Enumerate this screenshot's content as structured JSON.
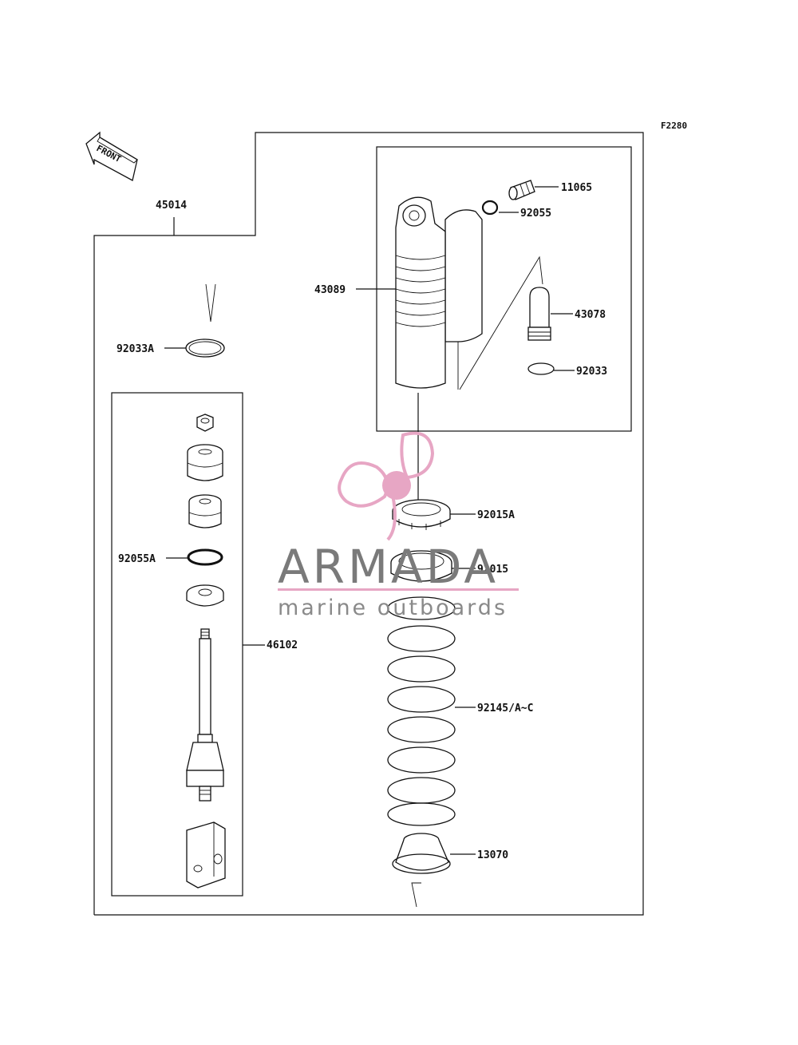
{
  "figure_code": "F2280",
  "front_label": "FRONT",
  "parts": {
    "p45014": "45014",
    "p92033A": "92033A",
    "p92055A": "92055A",
    "p46102": "46102",
    "p43089": "43089",
    "p11065": "11065",
    "p92055": "92055",
    "p43078": "43078",
    "p92033": "92033",
    "p92015A": "92015A",
    "p92015": "92015",
    "p92145": "92145/A~C",
    "p13070": "13070"
  },
  "watermark": {
    "brand": "ARMADA",
    "tagline": "marine outboards",
    "accent_color": "#e7a6c4",
    "text_color": "#7a7a7a"
  }
}
